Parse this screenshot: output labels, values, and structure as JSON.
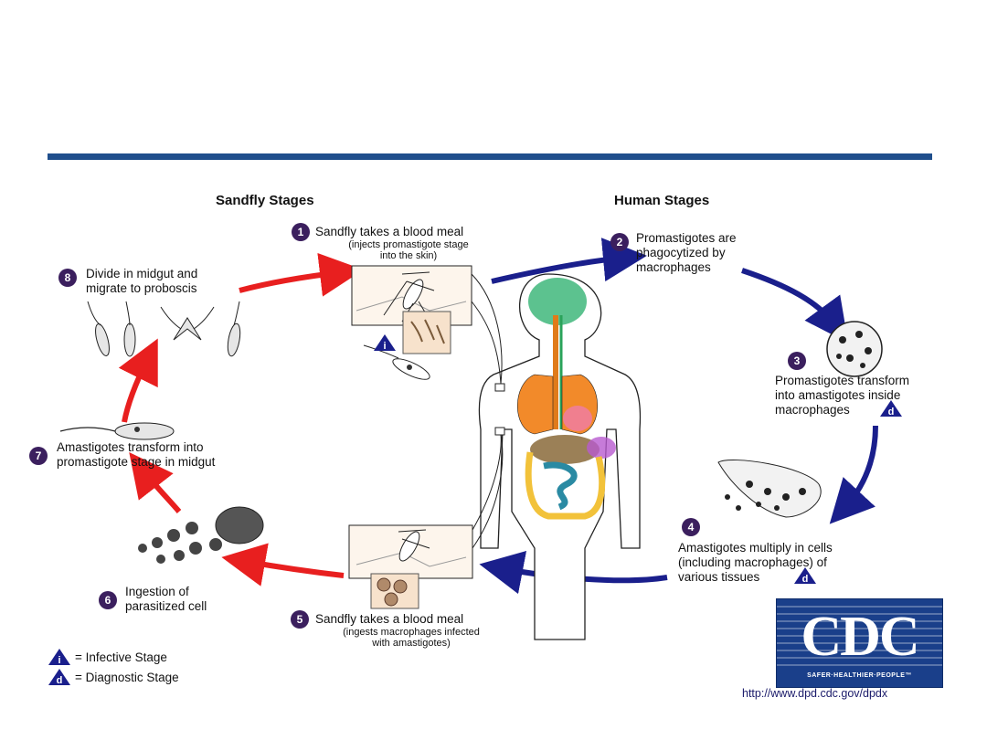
{
  "headings": {
    "sandfly": "Sandfly Stages",
    "human": "Human Stages"
  },
  "steps": [
    {
      "n": "1",
      "title": "Sandfly takes a blood meal",
      "sub1": "(injects promastigote stage",
      "sub2": "into the skin)"
    },
    {
      "n": "2",
      "l1": "Promastigotes are",
      "l2": "phagocytized by",
      "l3": "macrophages"
    },
    {
      "n": "3",
      "l1": "Promastigotes transform",
      "l2": "into amastigotes inside",
      "l3": "macrophages"
    },
    {
      "n": "4",
      "l1": "Amastigotes multiply in cells",
      "l2": "(including macrophages) of",
      "l3": "various tissues"
    },
    {
      "n": "5",
      "title": "Sandfly takes a blood meal",
      "sub1": "(ingests macrophages infected",
      "sub2": "with amastigotes)"
    },
    {
      "n": "6",
      "l1": "Ingestion of",
      "l2": "parasitized cell"
    },
    {
      "n": "7",
      "l1": "Amastigotes transform into",
      "l2": "promastigote stage in midgut"
    },
    {
      "n": "8",
      "l1": "Divide in midgut and",
      "l2": "migrate to proboscis"
    }
  ],
  "legend": {
    "i_letter": "i",
    "i_text": "= Infective Stage",
    "d_letter": "d",
    "d_text": "= Diagnostic Stage"
  },
  "markers": {
    "i": "i",
    "d": "d"
  },
  "cdc": {
    "word": "CDC",
    "tagline": "SAFER·HEALTHIER·PEOPLE™",
    "url": "http://www.dpd.cdc.gov/dpdx"
  },
  "colors": {
    "rule": "#1f4e8c",
    "human_arrow": "#1a1f8c",
    "sandfly_arrow": "#e81f1f",
    "badge": "#3b1f5e"
  }
}
